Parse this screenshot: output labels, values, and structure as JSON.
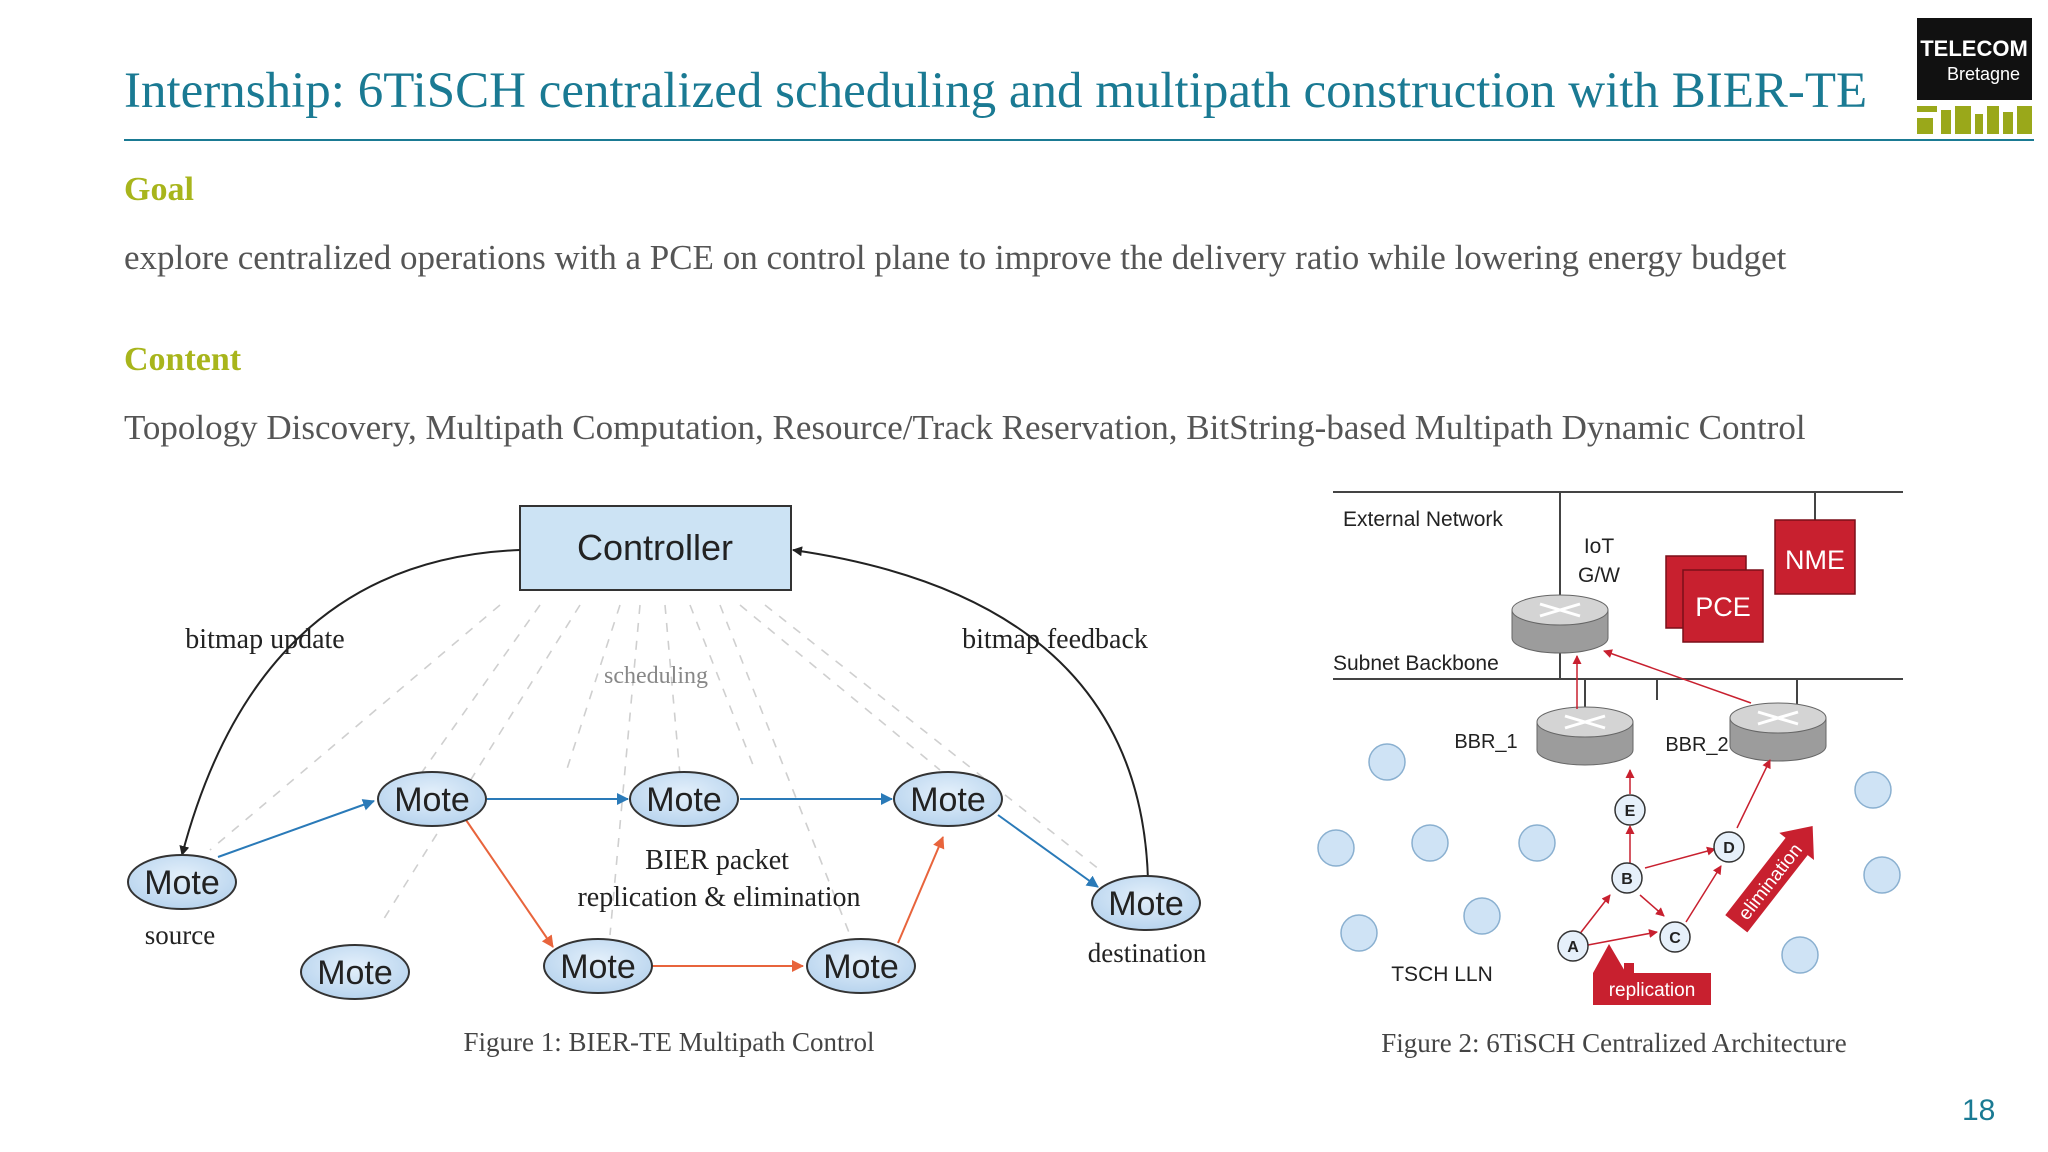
{
  "slide": {
    "title": "Internship: 6TiSCH centralized scheduling and multipath construction with BIER-TE",
    "page_number": "18"
  },
  "logo": {
    "line1": "TELECOM",
    "line2": "Bretagne"
  },
  "goal": {
    "heading": "Goal",
    "text": "explore centralized operations with a PCE on control plane to improve the delivery ratio while lowering energy budget"
  },
  "content": {
    "heading": "Content",
    "text": "Topology Discovery, Multipath Computation, Resource/Track Reservation, BitString-based Multipath Dynamic Control"
  },
  "figure1": {
    "controller": "Controller",
    "mote": "Mote",
    "bitmap_update": "bitmap update",
    "bitmap_feedback": "bitmap feedback",
    "scheduling": "scheduling",
    "bier_line1": "BIER packet",
    "bier_line2": "replication & elimination",
    "source": "source",
    "destination": "destination",
    "caption": "Figure 1: BIER-TE Multipath Control"
  },
  "figure2": {
    "external_network": "External Network",
    "iot_line1": "IoT",
    "iot_line2": "G/W",
    "nme": "NME",
    "pce": "PCE",
    "subnet_backbone": "Subnet Backbone",
    "bbr1": "BBR_1",
    "bbr2": "BBR_2",
    "node_a": "A",
    "node_b": "B",
    "node_c": "C",
    "node_d": "D",
    "node_e": "E",
    "elimination": "elimination",
    "replication": "replication",
    "tsch_lln": "TSCH LLN",
    "caption": "Figure 2: 6TiSCH Centralized Architecture"
  },
  "colors": {
    "title": "#1a7a93",
    "heading": "#a8b51c",
    "red": "#c8202f",
    "blue_arrow": "#2a7ab8",
    "orange_arrow": "#e8643c"
  }
}
